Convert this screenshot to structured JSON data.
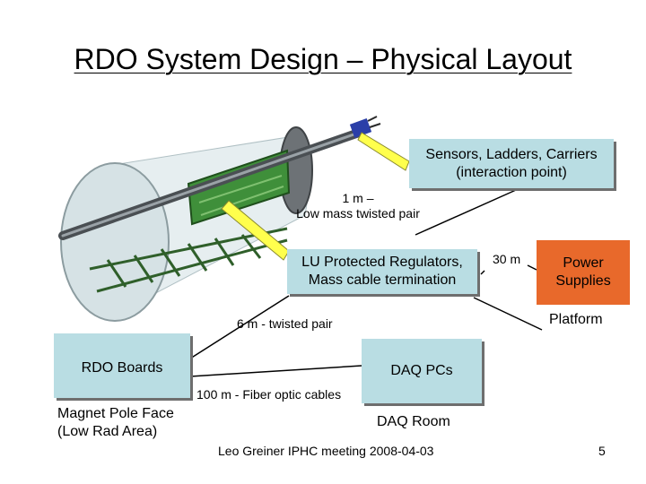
{
  "slide": {
    "title": "RDO System Design – Physical Layout",
    "footer": "Leo Greiner IPHC meeting 2008-04-03",
    "page_number": "5"
  },
  "boxes": {
    "sensors_line1": "Sensors, Ladders, Carriers",
    "sensors_line2": "(interaction point)",
    "lu_line1": "LU Protected Regulators,",
    "lu_line2": "Mass cable termination",
    "power_line1": "Power",
    "power_line2": "Supplies",
    "rdo_boards": "RDO Boards",
    "daq_pcs": "DAQ PCs"
  },
  "labels": {
    "one_m_line1": "1 m –",
    "one_m_line2": "Low mass twisted pair",
    "thirty_m": "30 m",
    "platform": "Platform",
    "six_m": "6 m - twisted pair",
    "hundred_m": "100 m - Fiber optic cables",
    "magnet_line1": "Magnet Pole Face",
    "magnet_line2": "(Low Rad Area)",
    "daq_room": "DAQ Room"
  },
  "colors": {
    "teal_box": "#b9dde3",
    "power_box": "#e8692b",
    "arrow_yellow": "#ffff4d",
    "detector_green": "#3f8f3a"
  }
}
